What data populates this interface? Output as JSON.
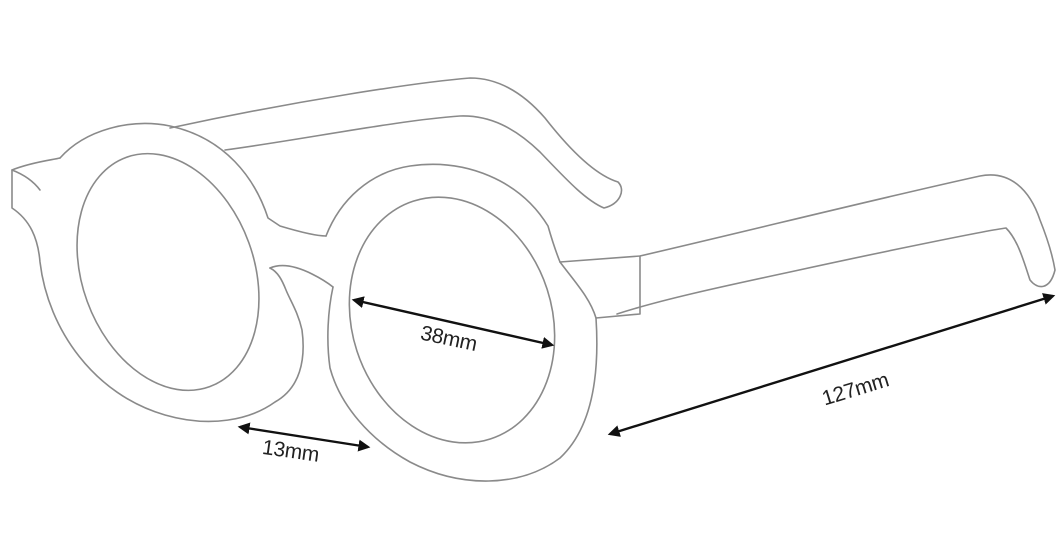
{
  "measurements": {
    "lens_width": "38mm",
    "bridge_width": "13mm",
    "temple_length": "127mm"
  },
  "colors": {
    "outline": "#8a8a8a",
    "arrow": "#111111",
    "label": "#222222",
    "background": "#ffffff"
  }
}
